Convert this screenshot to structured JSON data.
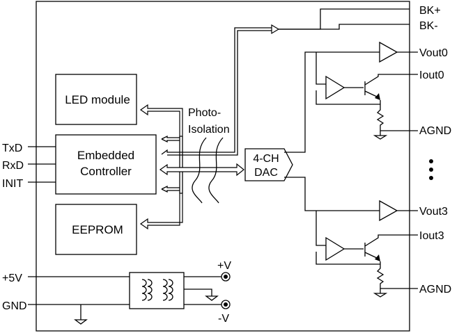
{
  "blocks": {
    "led_module": "LED module",
    "embedded_controller_line1": "Embedded",
    "embedded_controller_line2": "Controller",
    "eeprom": "EEPROM",
    "dac_line1": "4-CH",
    "dac_line2": "DAC",
    "photo_isolation_line1": "Photo-",
    "photo_isolation_line2": "Isolation"
  },
  "left_signals": {
    "txd": "TxD",
    "rxd": "RxD",
    "init": "INIT",
    "plus5v": "+5V",
    "gnd": "GND"
  },
  "right_signals": {
    "bk_plus": "BK+",
    "bk_minus": "BK-",
    "vout0": "Vout0",
    "iout0": "Iout0",
    "agnd0": "AGND",
    "vout3": "Vout3",
    "iout3": "Iout3",
    "agnd3": "AGND"
  },
  "power_outputs": {
    "plus_v": "+V",
    "minus_v": "-V"
  }
}
